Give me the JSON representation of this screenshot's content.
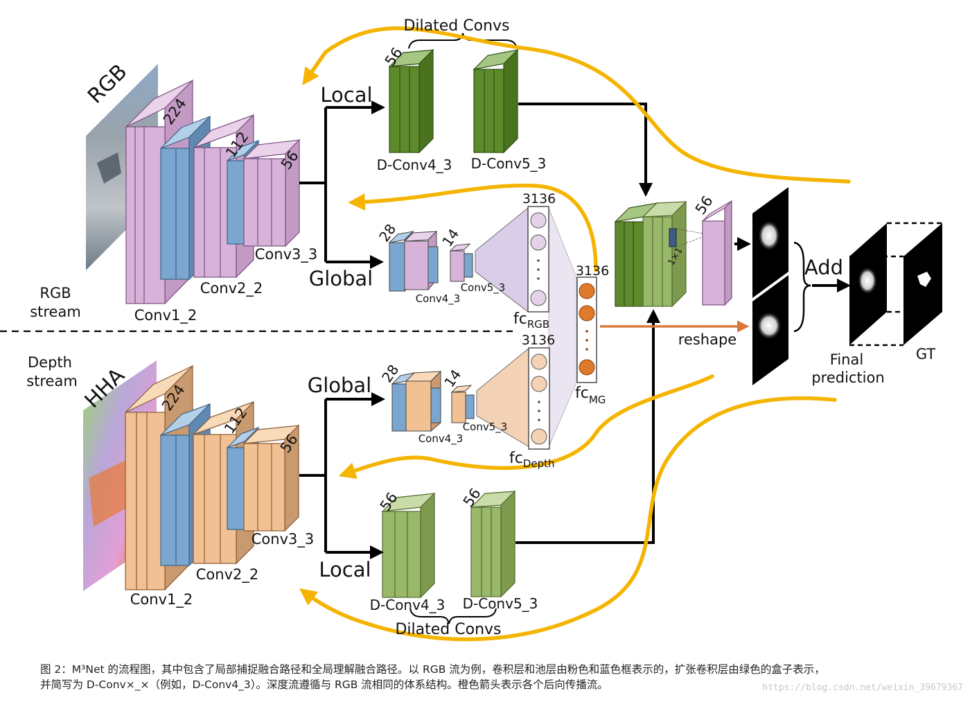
{
  "colors": {
    "pink": "#d8b3d9",
    "blue": "#7aa6cf",
    "green_dark": "#5e8a2c",
    "green_light": "#9ab86a",
    "peach": "#f2c193",
    "tan": "#c99a70",
    "arrow_yellow": "#f5b400",
    "arrow_orange": "#d9783a",
    "fc_orange": "#df7a2a"
  },
  "rgb_stream": {
    "modality_label": "RGB",
    "stream_label_line1": "RGB",
    "stream_label_line2": "stream",
    "dims": {
      "conv1": "224",
      "conv2": "112",
      "conv3": "56"
    },
    "conv1_label": "Conv1_2",
    "conv2_label": "Conv2_2",
    "conv3_label": "Conv3_3",
    "local_label": "Local",
    "global_label": "Global",
    "dilated_title": "Dilated Convs",
    "dconv_dim": "56",
    "dconv4_label": "D-Conv4_3",
    "dconv5_label": "D-Conv5_3",
    "global_dims": {
      "conv4": "28",
      "conv5": "14"
    },
    "conv4_label": "Conv4_3",
    "conv5_label": "Conv5_3",
    "fc_dim": "3136",
    "fc_label": "fc",
    "fc_sub": "RGB"
  },
  "depth_stream": {
    "modality_label": "HHA",
    "stream_label_line1": "Depth",
    "stream_label_line2": "stream",
    "dims": {
      "conv1": "224",
      "conv2": "112",
      "conv3": "56"
    },
    "conv1_label": "Conv1_2",
    "conv2_label": "Conv2_2",
    "conv3_label": "Conv3_3",
    "global_label": "Global",
    "local_label": "Local",
    "global_dims": {
      "conv4": "28",
      "conv5": "14"
    },
    "conv4_label": "Conv4_3",
    "conv5_label": "Conv5_3",
    "fc_dim": "3136",
    "fc_label": "fc",
    "fc_sub": "Depth",
    "dconv_dim_4": "56",
    "dconv_dim_5": "56",
    "dconv4_label": "D-Conv4_3",
    "dconv5_label": "D-Conv5_3",
    "dilated_title": "Dilated Convs"
  },
  "fusion": {
    "fc_mg_dim": "3136",
    "fc_mg_label": "fc",
    "fc_mg_sub": "MG",
    "out_dim": "56",
    "kernel_label": "1×1",
    "reshape_label": "reshape",
    "add_label": "Add",
    "final_line1": "Final",
    "final_line2": "prediction",
    "gt_label": "GT"
  },
  "caption": {
    "line1": "图 2：M³Net 的流程图，其中包含了局部捕捉融合路径和全局理解融合路径。以 RGB 流为例，卷积层和池层由粉色和蓝色框表示的，扩张卷积层由绿色的盒子表示，",
    "line2": "并简写为 D-Conv×_×（例如，D-Conv4_3）。深度流遵循与 RGB 流相同的体系结构。橙色箭头表示各个后向传播流。",
    "watermark": "https://blog.csdn.net/weixin_39679367"
  }
}
